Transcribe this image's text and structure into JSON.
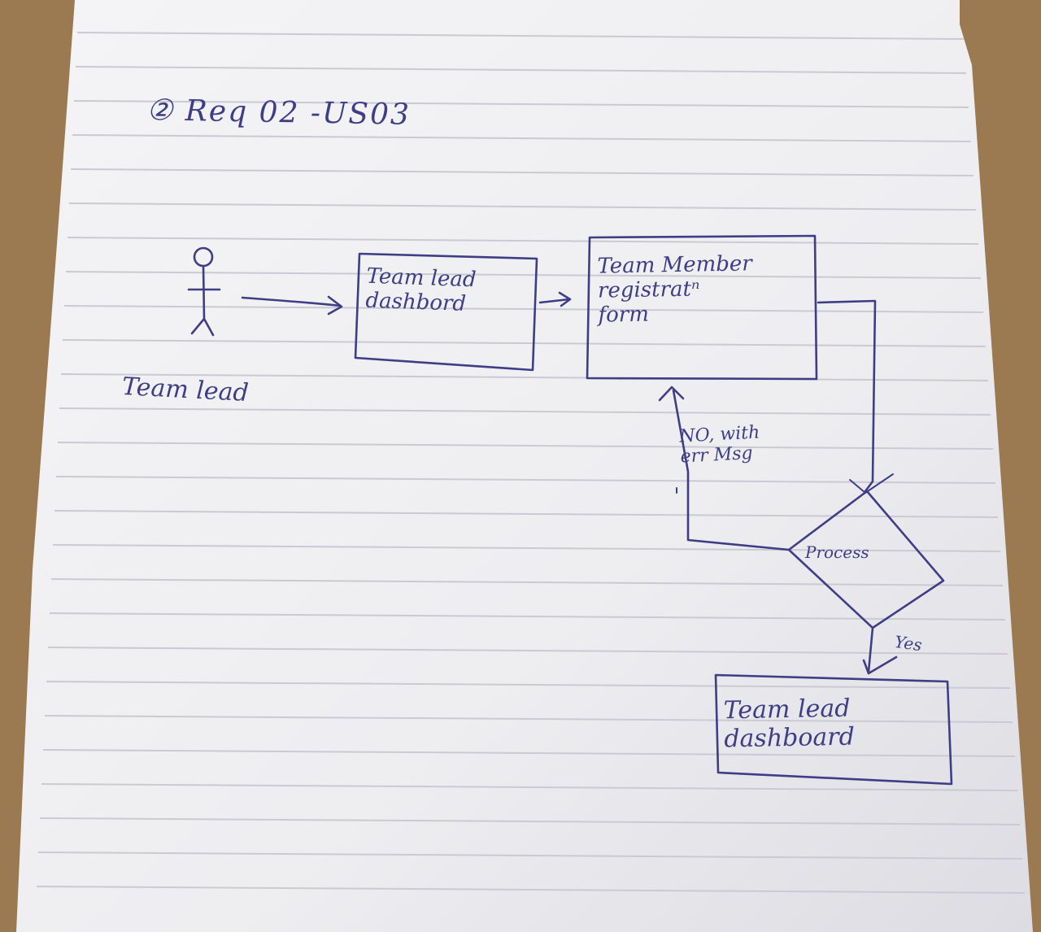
{
  "title": "② Req 02 -US03",
  "actor": {
    "label": "Team lead"
  },
  "nodes": {
    "dashboard_1": {
      "line1": "Team lead",
      "line2": "dashbord"
    },
    "registration_form": {
      "line1": "Team Member",
      "line2": "registratⁿ",
      "line3": "form"
    },
    "decision": {
      "label": "Process"
    },
    "dashboard_2": {
      "line1": "Team lead",
      "line2": "dashboard"
    }
  },
  "edges": {
    "no_label_line1": "NO, with",
    "no_label_line2": "err Msg",
    "yes_label": "Yes"
  },
  "colors": {
    "ink": "#3f3d86",
    "paper": "#f1f1f3",
    "rule": "#c8c9d2",
    "desk": "#9b7a52"
  }
}
